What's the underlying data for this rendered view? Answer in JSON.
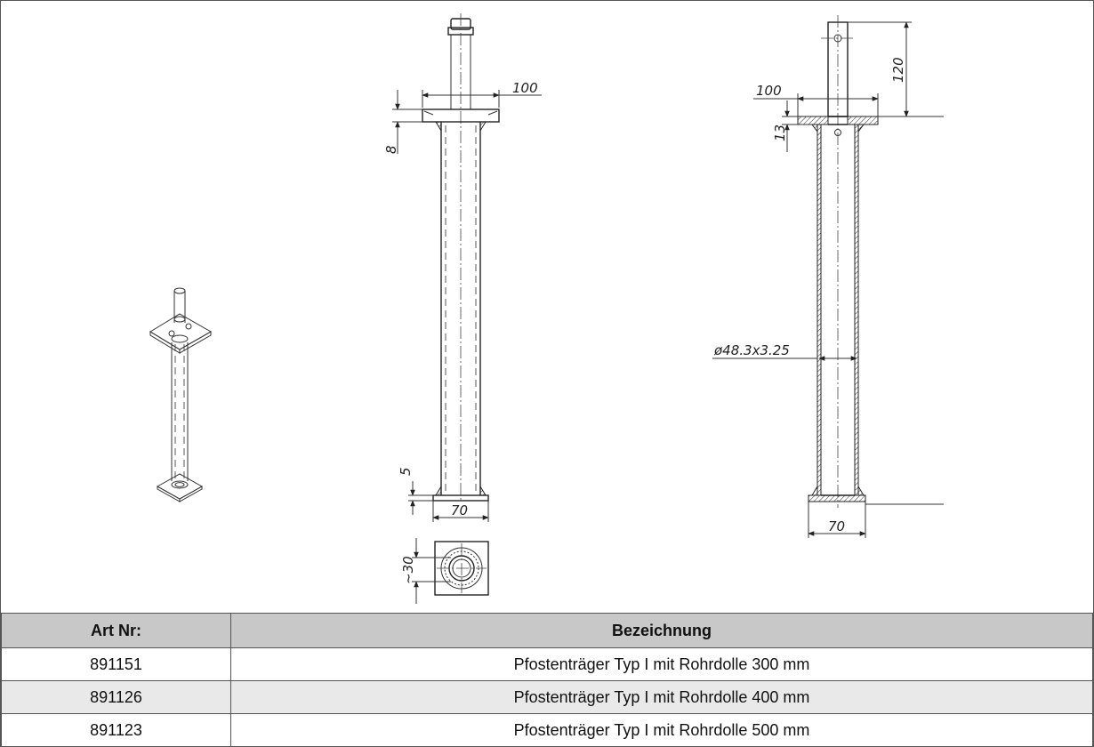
{
  "dimensions": {
    "front_plate_width": "100",
    "front_plate_thickness": "8",
    "front_base_height": "5",
    "front_base_width": "70",
    "plan_hole_offset": "~30",
    "section_spigot_length": "120",
    "section_plate_width": "100",
    "section_plate_thickness": "13",
    "section_tube": "ø48.3x3.25",
    "section_base_width": "70"
  },
  "table": {
    "headers": {
      "art_nr": "Art Nr:",
      "bezeichnung": "Bezeichnung"
    },
    "rows": [
      {
        "art_nr": "891151",
        "bezeichnung": "Pfostenträger Typ I mit Rohrdolle 300 mm"
      },
      {
        "art_nr": "891126",
        "bezeichnung": "Pfostenträger Typ I mit Rohrdolle 400 mm"
      },
      {
        "art_nr": "891123",
        "bezeichnung": "Pfostenträger Typ I mit Rohrdolle 500 mm"
      }
    ]
  },
  "colors": {
    "header_bg": "#c8c8c8",
    "alt_row_bg": "#e9e9e9",
    "line": "#333333"
  }
}
